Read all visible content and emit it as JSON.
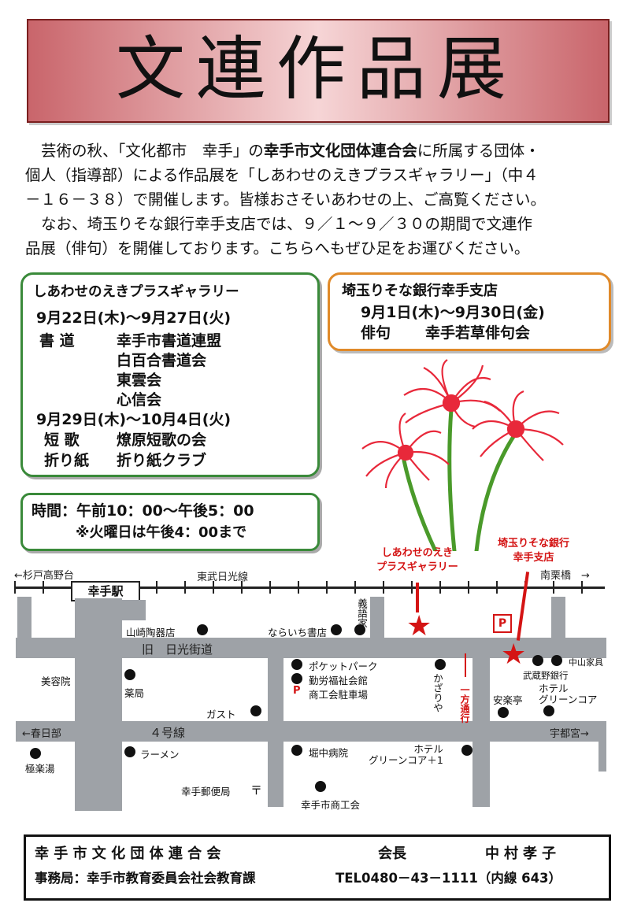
{
  "title": "文連作品展",
  "intro": {
    "line1_a": "芸術の秋、「文化都市　幸手」の",
    "line1_b": "幸手市文化団体連合会",
    "line1_c": "に所属する団体・",
    "line2": "個人（指導部）による作品展を「しあわせのえきプラスギャラリー」（中４",
    "line3": "－１６－３８）で開催します。皆様おさそいあわせの上、ご高覧ください。",
    "line4": "なお、埼玉りそな銀行幸手支店では、９／１～９／３０の期間で文連作",
    "line5": "品展（俳句）を開催しております。こちらへもぜひ足をお運びください。"
  },
  "gallery": {
    "name": "しあわせのえきプラスギャラリー",
    "period1": "9月22日(木)～9月27日(火)",
    "cat1": "書 道",
    "groups1": [
      "幸手市書道連盟",
      "白百合書道会",
      "東雲会",
      "心信会"
    ],
    "period2": "9月29日(木)～10月4日(火)",
    "cat2": "短 歌",
    "group2": "燎原短歌の会",
    "cat3": "折り紙",
    "group3": "折り紙クラブ"
  },
  "bank": {
    "name": "埼玉りそな銀行幸手支店",
    "period": "9月1日(木)～9月30日(金)",
    "cat": "俳句",
    "group": "幸手若草俳句会"
  },
  "hours": {
    "line1": "時間：午前10：00～午後5：00",
    "line2": "※火曜日は午後4：00まで"
  },
  "map": {
    "left_arrow_top": "←杉戸高野台",
    "station": "幸手駅",
    "railway": "東武日光線",
    "right_arrow_top": "南栗橋　→",
    "gallery_marker": [
      "しあわせのえき",
      "プラスギャラリー"
    ],
    "bank_marker": [
      "埼玉りそな銀行",
      "幸手支店"
    ],
    "old_road": "旧　日光街道",
    "route4": "４号線",
    "kasukabe": "←春日部",
    "utsunomiya": "宇都宮→",
    "oneway": "一方通行",
    "places": {
      "yamazaki": "山崎陶器店",
      "naraichi": "ならいち書店",
      "gigaku": "義語家",
      "biyoin": "美容院",
      "yakkyoku": "薬局",
      "pocket": "ポケットパーク",
      "kinro": "勤労福祉会館",
      "shokokai_p": "商工会駐車場",
      "kazariya": "かざりや",
      "nakayama": "中山家具",
      "musashino": "武蔵野銀行",
      "anrakutei": "安楽亭",
      "hotel_green": "ホテル\nグリーンコア",
      "gusto": "ガスト",
      "ramen": "ラーメン",
      "gokuraku": "極楽湯",
      "horinaka": "堀中病院",
      "hotel_green1": "ホテル\nグリーンコア＋1",
      "post": "幸手郵便局",
      "post_symbol": "〒",
      "shokokai": "幸手市商工会",
      "parking": "P"
    }
  },
  "footer": {
    "org": "幸 手 市 文 化 団 体 連 合 会",
    "role": "会長",
    "president": "中村孝子",
    "office": "事務局：幸手市教育委員会社会教育課",
    "tel": "TEL0480－43－1111（内線 643）"
  },
  "colors": {
    "title_red": "#c9656b",
    "green_border": "#3a8a3a",
    "orange_border": "#e08a2a",
    "map_road": "#9ea2a7",
    "marker_red": "#d41414"
  }
}
